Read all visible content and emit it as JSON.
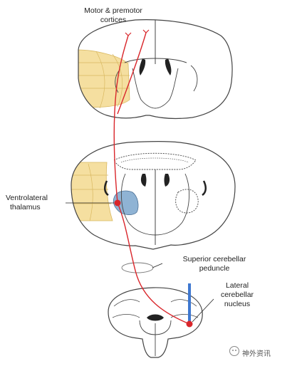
{
  "labels": {
    "motor_line1": "Motor & premotor",
    "motor_line2": "cortices",
    "vl_line1": "Ventrolateral",
    "vl_line2": "thalamus",
    "scp_line1": "Superior cerebellar",
    "scp_line2": "peduncle",
    "lcn_line1": "Lateral",
    "lcn_line2": "cerebellar",
    "lcn_line3": "nucleus"
  },
  "watermark": "神外资讯",
  "colors": {
    "pathway": "#d9262b",
    "cortex_shading": "#f5dfa0",
    "thalamus_fill": "#8fb3d4",
    "nucleus_bar": "#3f78d0",
    "outline": "#444444"
  }
}
